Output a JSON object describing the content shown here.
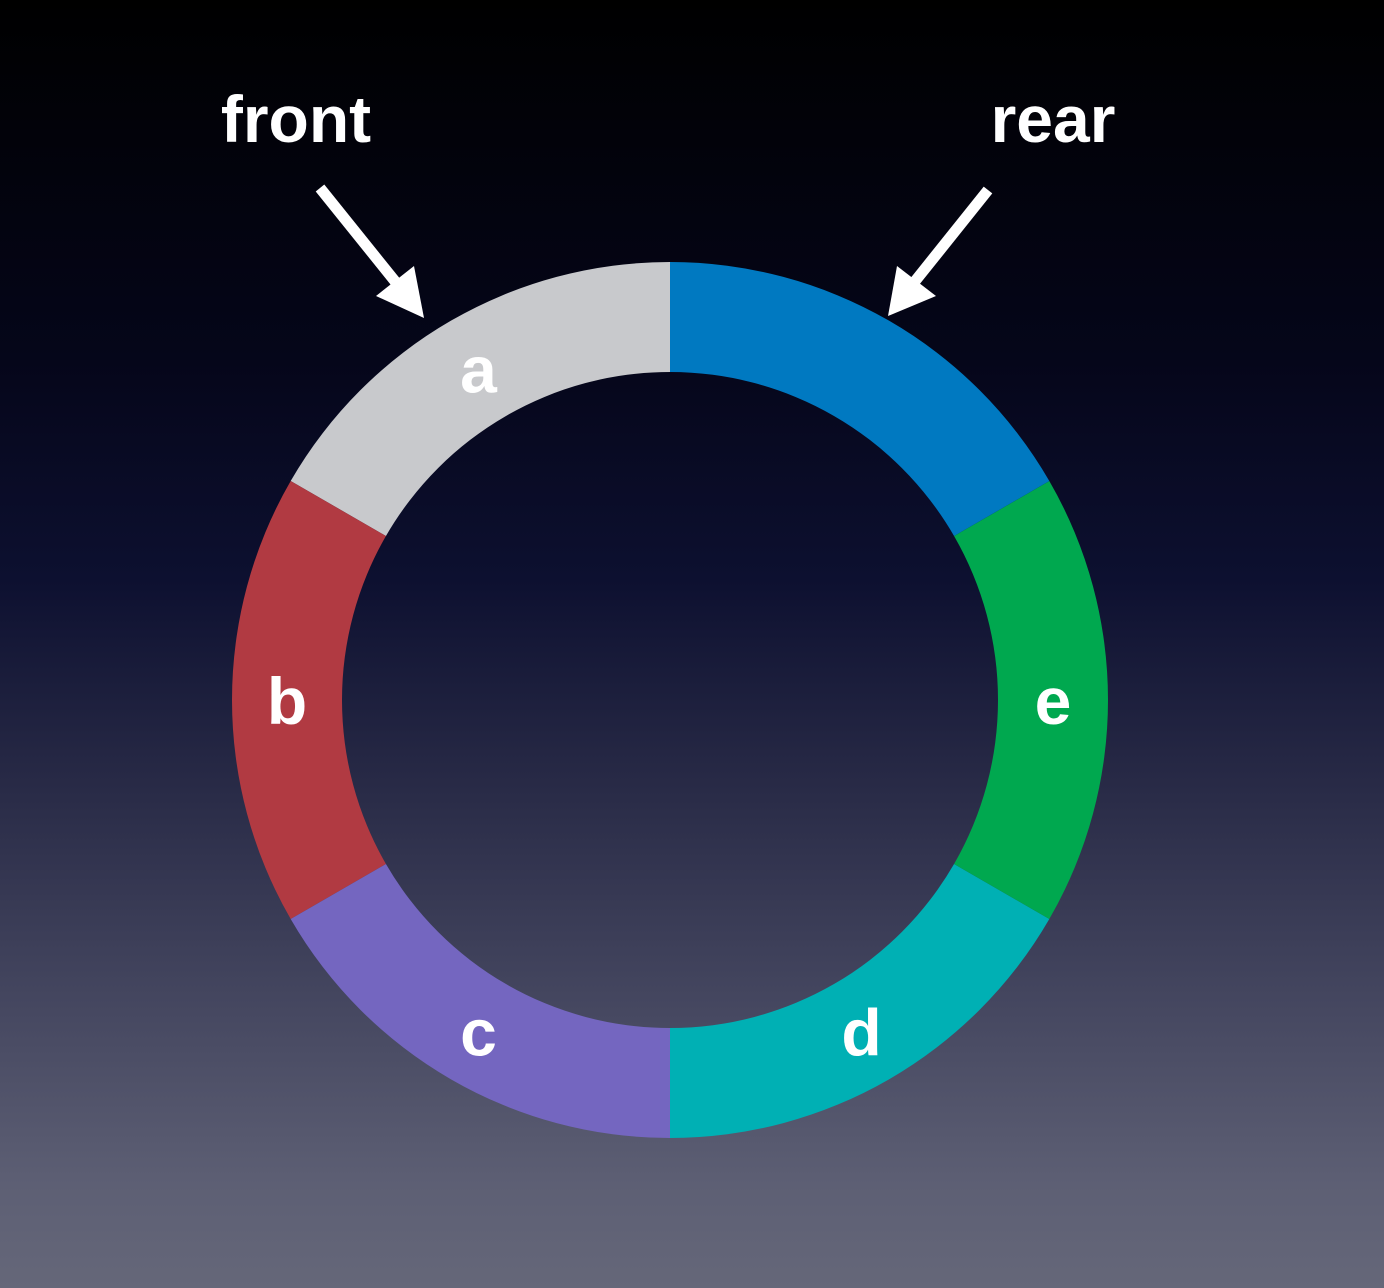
{
  "annotations": {
    "front_label": "front",
    "rear_label": "rear"
  },
  "ring": {
    "segments": [
      {
        "id": "a",
        "label": "a",
        "color": "#c8c9cc",
        "start_deg": 0,
        "end_deg": -60
      },
      {
        "id": "b",
        "label": "b",
        "color": "#b13a42",
        "start_deg": -60,
        "end_deg": -120
      },
      {
        "id": "c",
        "label": "c",
        "color": "#7466c0",
        "start_deg": -120,
        "end_deg": -180
      },
      {
        "id": "d",
        "label": "d",
        "color": "#00b0b4",
        "start_deg": 180,
        "end_deg": 120
      },
      {
        "id": "e",
        "label": "e",
        "color": "#00a84f",
        "start_deg": 120,
        "end_deg": 60
      },
      {
        "id": "f",
        "label": "",
        "color": "#0079c1",
        "start_deg": 60,
        "end_deg": 0
      }
    ]
  },
  "colors": {
    "text": "#ffffff",
    "arrow": "#ffffff"
  }
}
